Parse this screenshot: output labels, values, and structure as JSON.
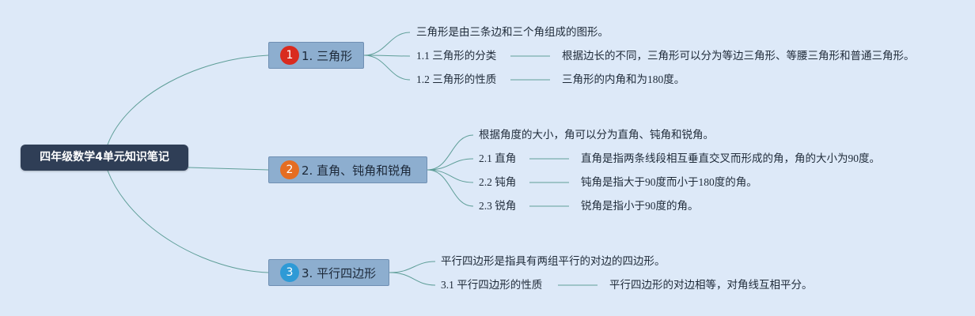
{
  "root": {
    "title": "四年级数学4单元知识笔记"
  },
  "colors": {
    "background": "#dde9f8",
    "root_bg": "#2f3e56",
    "branch_bg": "#8daecf",
    "connector": "#5e9e98"
  },
  "branches": [
    {
      "badge": "1",
      "badge_color": "#d92b1f",
      "title": "1. 三角形",
      "intro": "三角形是由三条边和三个角组成的图形。",
      "items": [
        {
          "label": "1.1 三角形的分类",
          "detail": "根据边长的不同，三角形可以分为等边三角形、等腰三角形和普通三角形。"
        },
        {
          "label": "1.2 三角形的性质",
          "detail": "三角形的内角和为180度。"
        }
      ]
    },
    {
      "badge": "2",
      "badge_color": "#e56d22",
      "title": "2. 直角、钝角和锐角",
      "intro": "根据角度的大小，角可以分为直角、钝角和锐角。",
      "items": [
        {
          "label": "2.1 直角",
          "detail": "直角是指两条线段相互垂直交叉而形成的角，角的大小为90度。"
        },
        {
          "label": "2.2 钝角",
          "detail": "钝角是指大于90度而小于180度的角。"
        },
        {
          "label": "2.3 锐角",
          "detail": "锐角是指小于90度的角。"
        }
      ]
    },
    {
      "badge": "3",
      "badge_color": "#2e9ad6",
      "title": "3. 平行四边形",
      "intro": "平行四边形是指具有两组平行的对边的四边形。",
      "items": [
        {
          "label": "3.1 平行四边形的性质",
          "detail": "平行四边形的对边相等，对角线互相平分。"
        }
      ]
    }
  ]
}
